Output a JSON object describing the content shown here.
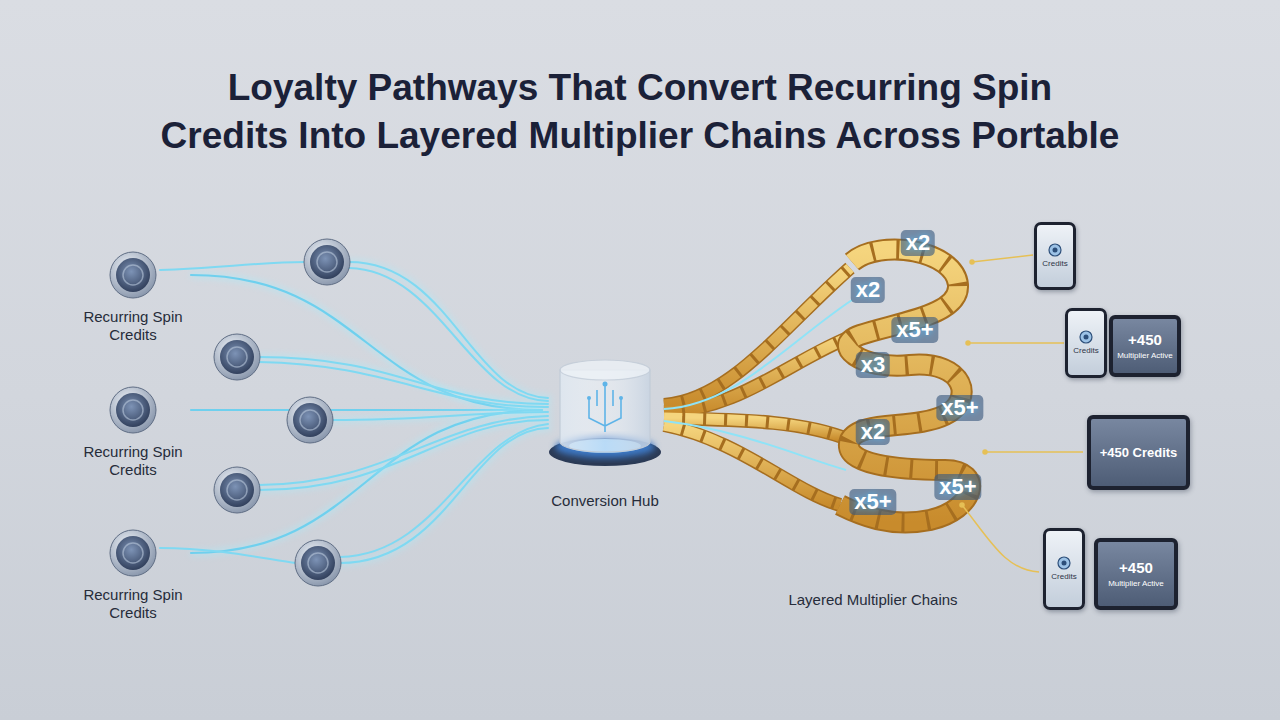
{
  "diagram": {
    "title": "Loyalty Pathways That Convert Recurring Spin Credits Into Layered Multiplier Chains Across Portable",
    "nodes": [
      {
        "text": [
          "Recurring Spin Credits"
        ]
      },
      {
        "text": [
          "Recurring Spin Credits"
        ]
      },
      {
        "text": [
          "Recurring Spin Credits"
        ]
      },
      {
        "text": [
          "Conversion Hub"
        ]
      },
      {
        "text": [
          "Credits"
        ]
      },
      {
        "text": [
          "Credits"
        ]
      },
      {
        "text": [
          "+450",
          "Multiplier Active"
        ]
      },
      {
        "text": [
          "+450 Credits"
        ]
      },
      {
        "text": [
          "Credits"
        ]
      },
      {
        "text": [
          "+450",
          "Multiplier Active"
        ]
      }
    ],
    "edges": [
      {
        "from": 0,
        "to": 3,
        "arrow": "none"
      },
      {
        "from": 1,
        "to": 3,
        "arrow": "none"
      },
      {
        "from": 2,
        "to": 3,
        "arrow": "none"
      }
    ],
    "labels": [
      "x2",
      "x2",
      "x5+",
      "x3",
      "x5+",
      "x2",
      "x5+",
      "x5+",
      "Layered Multiplier Chains"
    ]
  }
}
